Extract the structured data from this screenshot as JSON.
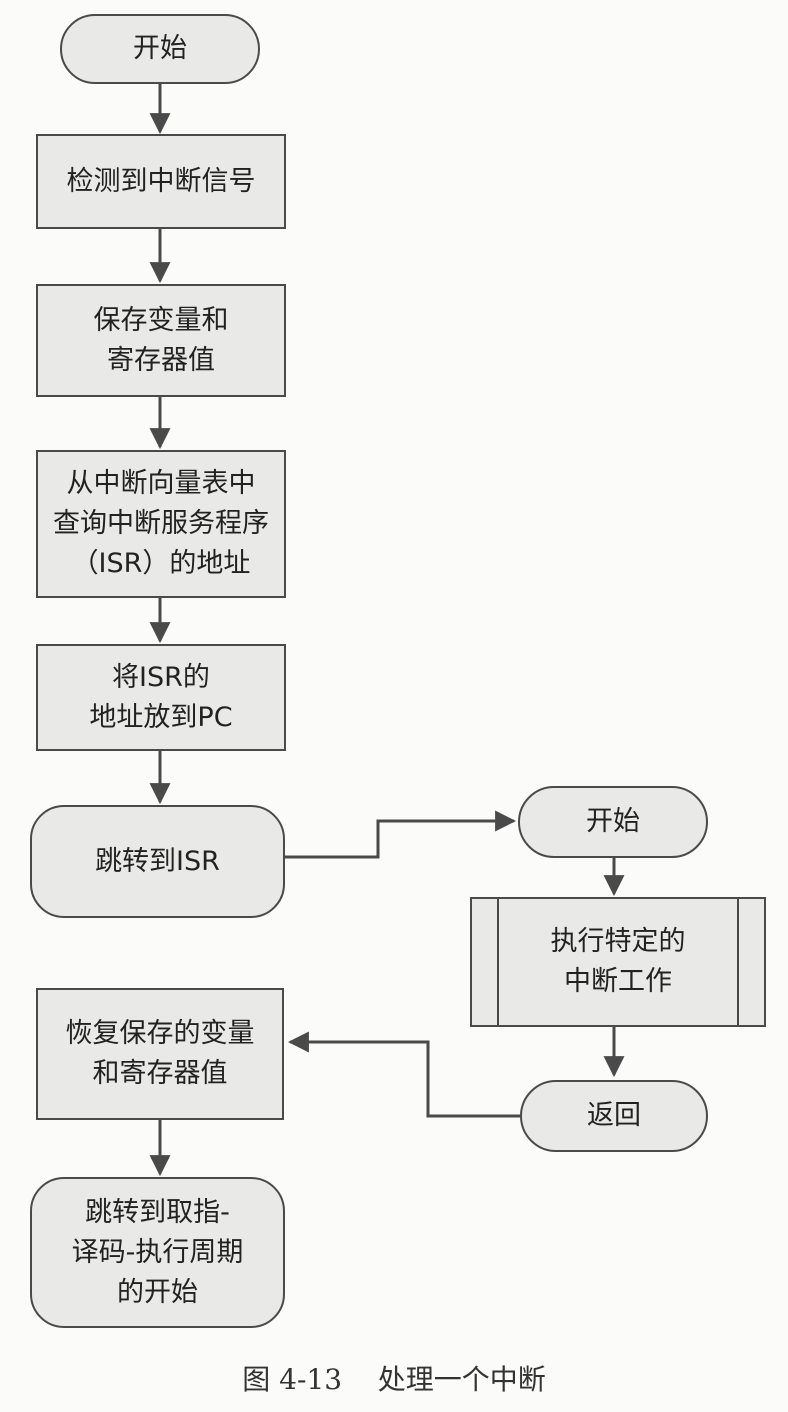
{
  "diagram": {
    "main_flow": {
      "start": "开始",
      "detect_interrupt": "检测到中断信号",
      "save_registers": [
        "保存变量和",
        "寄存器值"
      ],
      "lookup_isr": [
        "从中断向量表中",
        "查询中断服务程序",
        "（ISR）的地址"
      ],
      "load_pc": [
        "将ISR的",
        "地址放到PC"
      ],
      "jump_isr": "跳转到ISR",
      "restore_registers": [
        "恢复保存的变量",
        "和寄存器值"
      ],
      "jump_fetch": [
        "跳转到取指-",
        "译码-执行周期",
        "的开始"
      ]
    },
    "isr_flow": {
      "start": "开始",
      "work": [
        "执行特定的",
        "中断工作"
      ],
      "return": "返回"
    }
  },
  "caption": "图 4-13    处理一个中断",
  "colors": {
    "box_fill": "#e9e9e7",
    "stroke": "#4a4a4a",
    "text": "#222222"
  }
}
